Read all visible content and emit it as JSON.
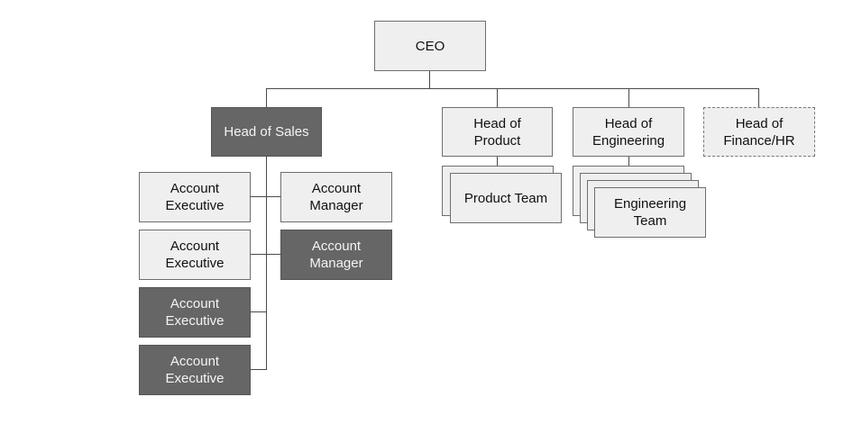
{
  "diagram": {
    "colors": {
      "light_fill": "#efefef",
      "dark_fill": "#666666",
      "border": "#6e6e6e",
      "connector": "#4a4a4a"
    },
    "root": {
      "label": "CEO"
    },
    "heads": [
      {
        "label": "Head of Sales",
        "style": "dark"
      },
      {
        "label": "Head of\nProduct",
        "style": "light"
      },
      {
        "label": "Head of\nEngineering",
        "style": "light"
      },
      {
        "label": "Head of\nFinance/HR",
        "style": "dashed"
      }
    ],
    "sales_reports": {
      "account_executives": [
        {
          "label": "Account\nExecutive",
          "style": "light"
        },
        {
          "label": "Account\nExecutive",
          "style": "light"
        },
        {
          "label": "Account\nExecutive",
          "style": "dark"
        },
        {
          "label": "Account\nExecutive",
          "style": "dark"
        }
      ],
      "account_managers": [
        {
          "label": "Account\nManager",
          "style": "light"
        },
        {
          "label": "Account\nManager",
          "style": "dark"
        }
      ]
    },
    "teams": {
      "product": {
        "label": "Product Team",
        "stack_depth": 2
      },
      "engineering": {
        "label": "Engineering\nTeam",
        "stack_depth": 4
      }
    }
  }
}
